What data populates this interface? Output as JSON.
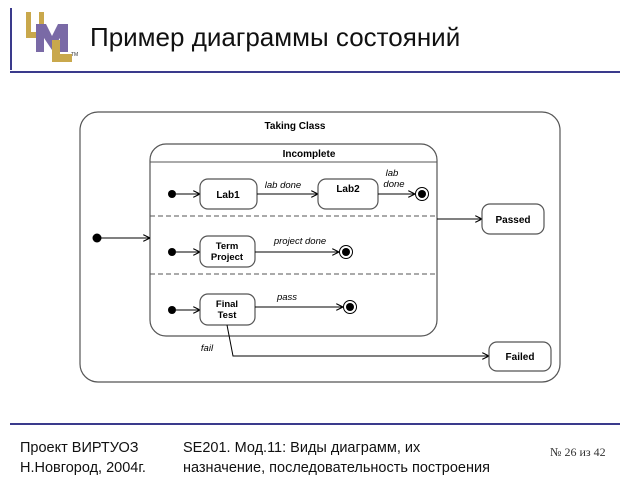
{
  "slide": {
    "title": "Пример диаграммы состояний",
    "footer_left_line1": "Проект ВИРТУОЗ",
    "footer_left_line2": "Н.Новгород, 2004г.",
    "footer_mid_line1": "SE201. Мод.11: Виды диаграмм, их",
    "footer_mid_line2": "назначение, последовательность построения",
    "page_number": "№ 26 из 42"
  },
  "logo": {
    "tm": "TM",
    "colors": {
      "u": "#c9a84c",
      "m": "#7a6aa6",
      "l": "#c9a84c"
    }
  },
  "diagram": {
    "outer_state": "Taking Class",
    "composite_state": "Incomplete",
    "states": {
      "lab1": "Lab1",
      "lab2": "Lab2",
      "term_project_line1": "Term",
      "term_project_line2": "Project",
      "final_test_line1": "Final",
      "final_test_line2": "Test",
      "passed": "Passed",
      "failed": "Failed"
    },
    "transitions": {
      "lab_done": "lab done",
      "lab_done2_line1": "lab",
      "lab_done2_line2": "done",
      "project_done": "project done",
      "pass": "pass",
      "fail": "fail"
    }
  }
}
